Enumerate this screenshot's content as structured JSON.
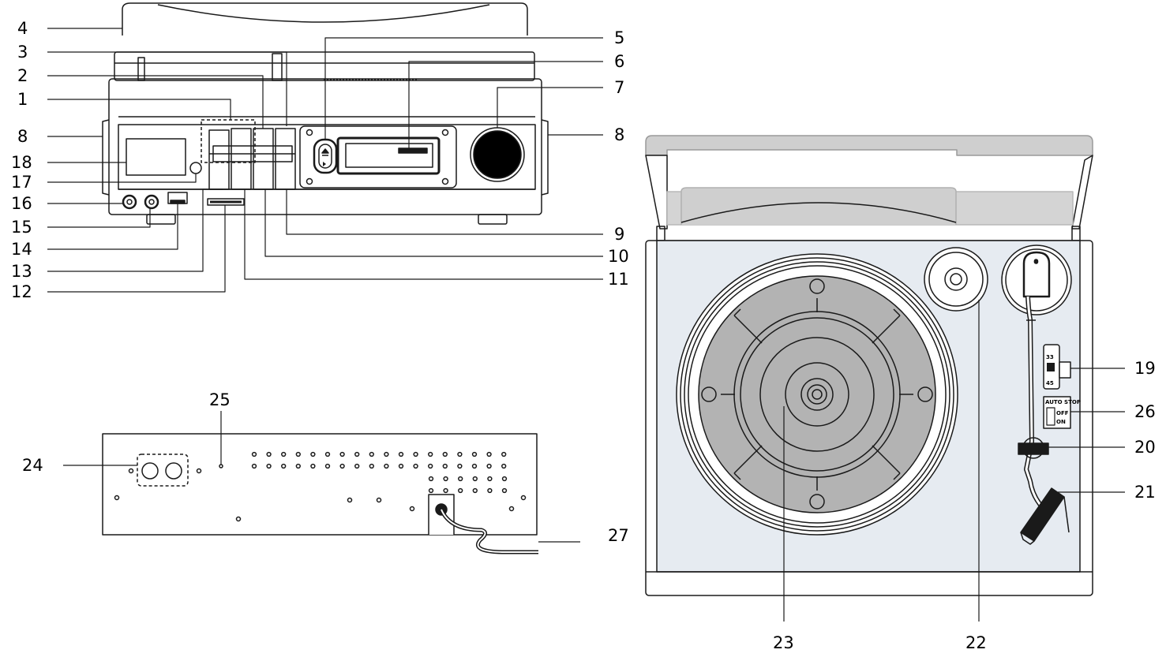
{
  "colors": {
    "stroke": "#1a1a1a",
    "panel": "#e6ebf1",
    "lid": "#cfcfcf",
    "platter": "#b3b3b3",
    "speaker": "#000000",
    "background": "#ffffff"
  },
  "front_view": {
    "callouts_left": [
      "4",
      "3",
      "2",
      "1",
      "8",
      "18",
      "17",
      "16",
      "15",
      "14",
      "13",
      "12"
    ],
    "callouts_right": [
      "5",
      "6",
      "7",
      "8",
      "9",
      "10",
      "11"
    ]
  },
  "rear_view": {
    "callouts": [
      "25",
      "24",
      "27"
    ]
  },
  "top_view": {
    "callouts": [
      "19",
      "26",
      "20",
      "21",
      "23",
      "22"
    ],
    "speed_top": "33",
    "speed_bottom": "45",
    "autostop_title": "AUTO STOP",
    "autostop_off": "OFF",
    "autostop_on": "ON"
  },
  "icons": [
    "eject-icon",
    "tonearm-icon",
    "speaker-grille-icon",
    "power-cord-icon"
  ]
}
